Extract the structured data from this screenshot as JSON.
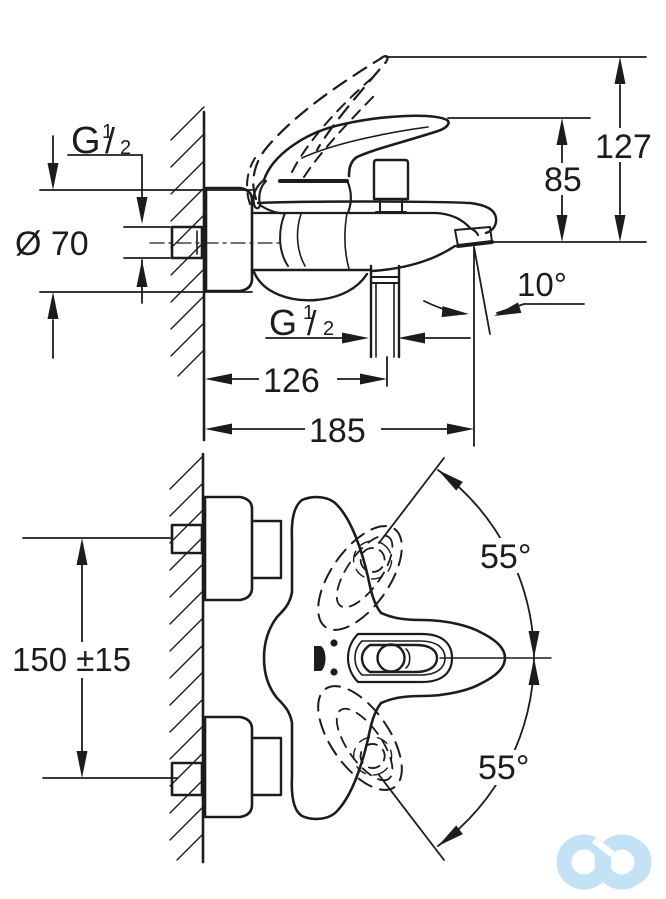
{
  "drawing": {
    "side_view": {
      "wall_thread": {
        "symbol": "G",
        "numerator": "1",
        "slash": "/",
        "denominator": "2"
      },
      "escutcheon_diameter": "Ø 70",
      "overall_height": "127",
      "handle_height": "85",
      "spout_angle": "10°",
      "hose_thread": {
        "symbol": "G",
        "numerator": "1",
        "slash": "/",
        "denominator": "2"
      },
      "wall_to_hose_center": "126",
      "overall_projection": "185"
    },
    "plan_view": {
      "handle_swing_upper": "55°",
      "handle_swing_lower": "55°",
      "inlet_spacing": "150 ±15"
    },
    "colors": {
      "ink": "#1c1c1c",
      "watermark": "#c4e2f5",
      "background": "#ffffff"
    }
  }
}
